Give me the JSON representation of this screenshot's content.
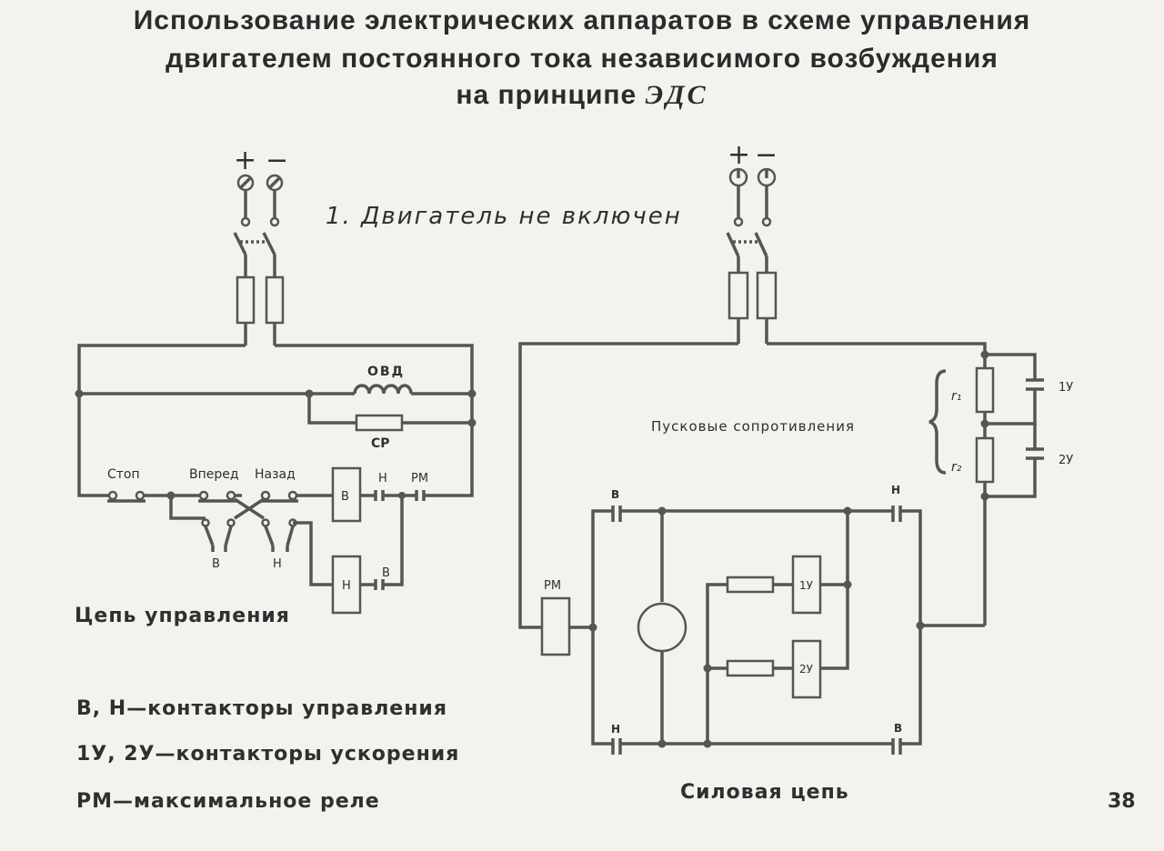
{
  "title": {
    "line1": "Использование электрических аппаратов в схеме управления",
    "line2": "двигателем постоянного тока независимого возбуждения",
    "line3_prefix": "на принципе",
    "line3_italic": "ЭДС"
  },
  "caption": "1. Двигатель не включен",
  "control_circuit": {
    "plus": "+",
    "minus": "−",
    "ovd": "ОВД",
    "sr": "СР",
    "stop": "Стоп",
    "forward": "Вперед",
    "back": "Назад",
    "coil_v": "В",
    "coil_n": "Н",
    "contact_n": "Н",
    "contact_rm": "РМ",
    "contact_v": "В",
    "switch_v": "В",
    "switch_n": "Н",
    "label": "Цепь управления"
  },
  "power_circuit": {
    "plus": "+",
    "minus": "−",
    "start_resistances": "Пусковые сопротивления",
    "r1": "r₁",
    "r2": "r₂",
    "c1u": "1У",
    "c2u": "2У",
    "rm": "РМ",
    "top_v": "В",
    "top_n": "Н",
    "bottom_n": "Н",
    "bottom_v": "В",
    "box_1u": "1У",
    "box_2u": "2У",
    "label": "Силовая цепь"
  },
  "legend": [
    "В, Н—контакторы управления",
    "1У, 2У—контакторы ускорения",
    "РМ—максимальное реле"
  ],
  "page_number": "38"
}
